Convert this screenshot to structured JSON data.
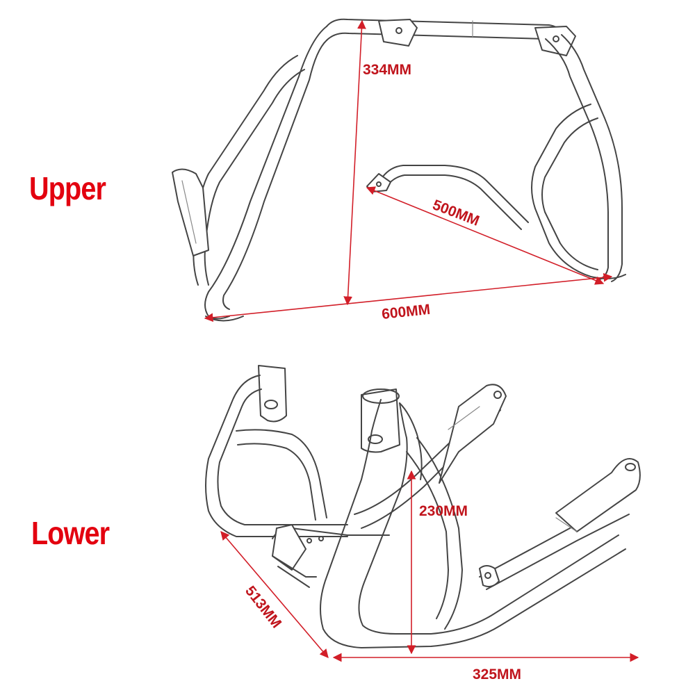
{
  "labels": {
    "upper": "Upper",
    "lower": "Lower"
  },
  "dimensions": {
    "upper_height": "334MM",
    "upper_depth": "500MM",
    "upper_width": "600MM",
    "lower_height": "230MM",
    "lower_depth": "513MM",
    "lower_width": "325MM"
  },
  "colors": {
    "label": "#e3000f",
    "dimension_text": "#c0141c",
    "dimension_line": "#d21e28",
    "outline": "#444444"
  }
}
